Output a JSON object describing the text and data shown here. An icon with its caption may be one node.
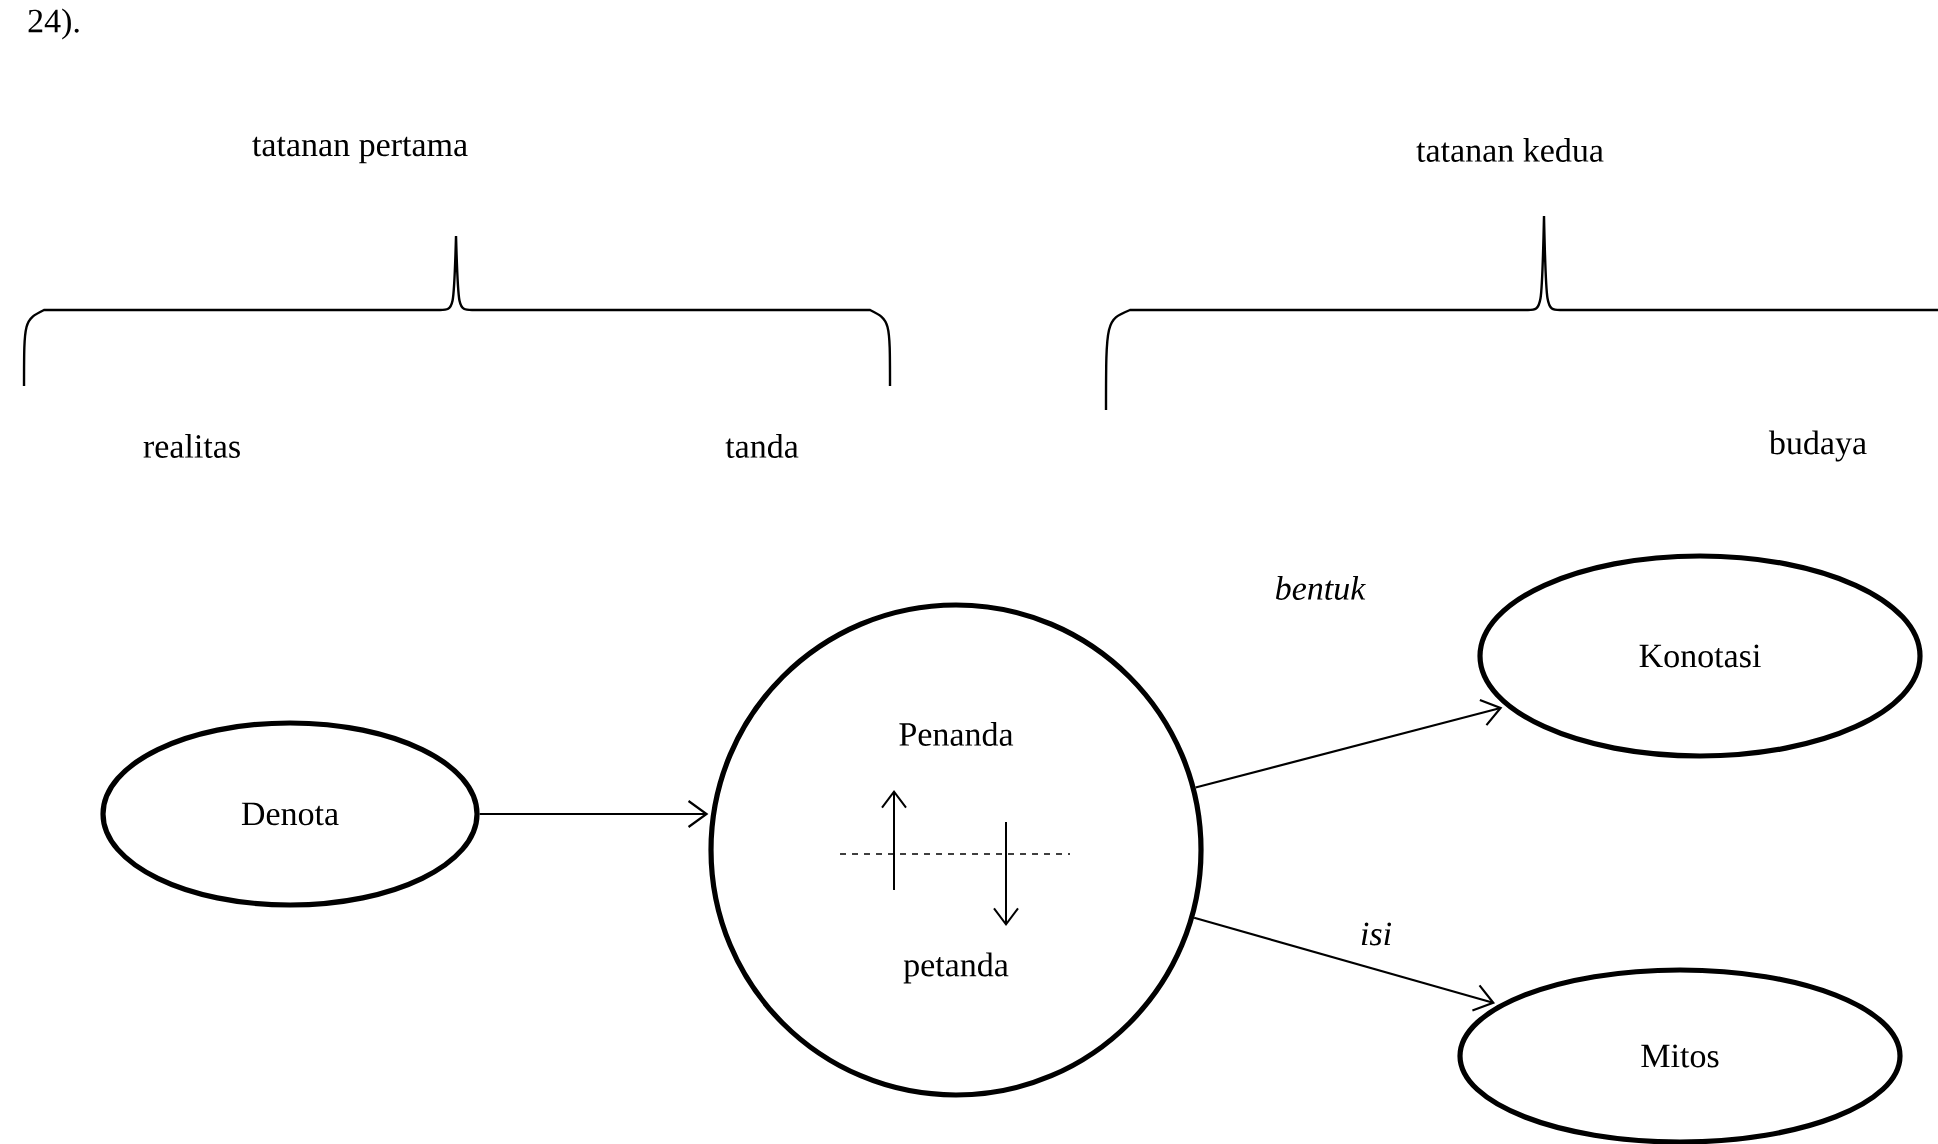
{
  "diagram": {
    "nodes": [
      {
        "text": [
          "Denota"
        ]
      },
      {
        "text": [
          "Penanda",
          "petanda"
        ]
      },
      {
        "text": [
          "Konotasi"
        ]
      },
      {
        "text": [
          "Mitos"
        ]
      }
    ],
    "edges": [
      {
        "from": 0,
        "to": 1,
        "arrow": "to"
      },
      {
        "from": 1,
        "to": 2,
        "arrow": "to",
        "label": "bentuk"
      },
      {
        "from": 1,
        "to": 3,
        "arrow": "to",
        "label": "isi"
      }
    ],
    "labels": [
      "24).",
      "tatanan pertama",
      "tatanan kedua",
      "realitas",
      "tanda",
      "budaya"
    ]
  }
}
